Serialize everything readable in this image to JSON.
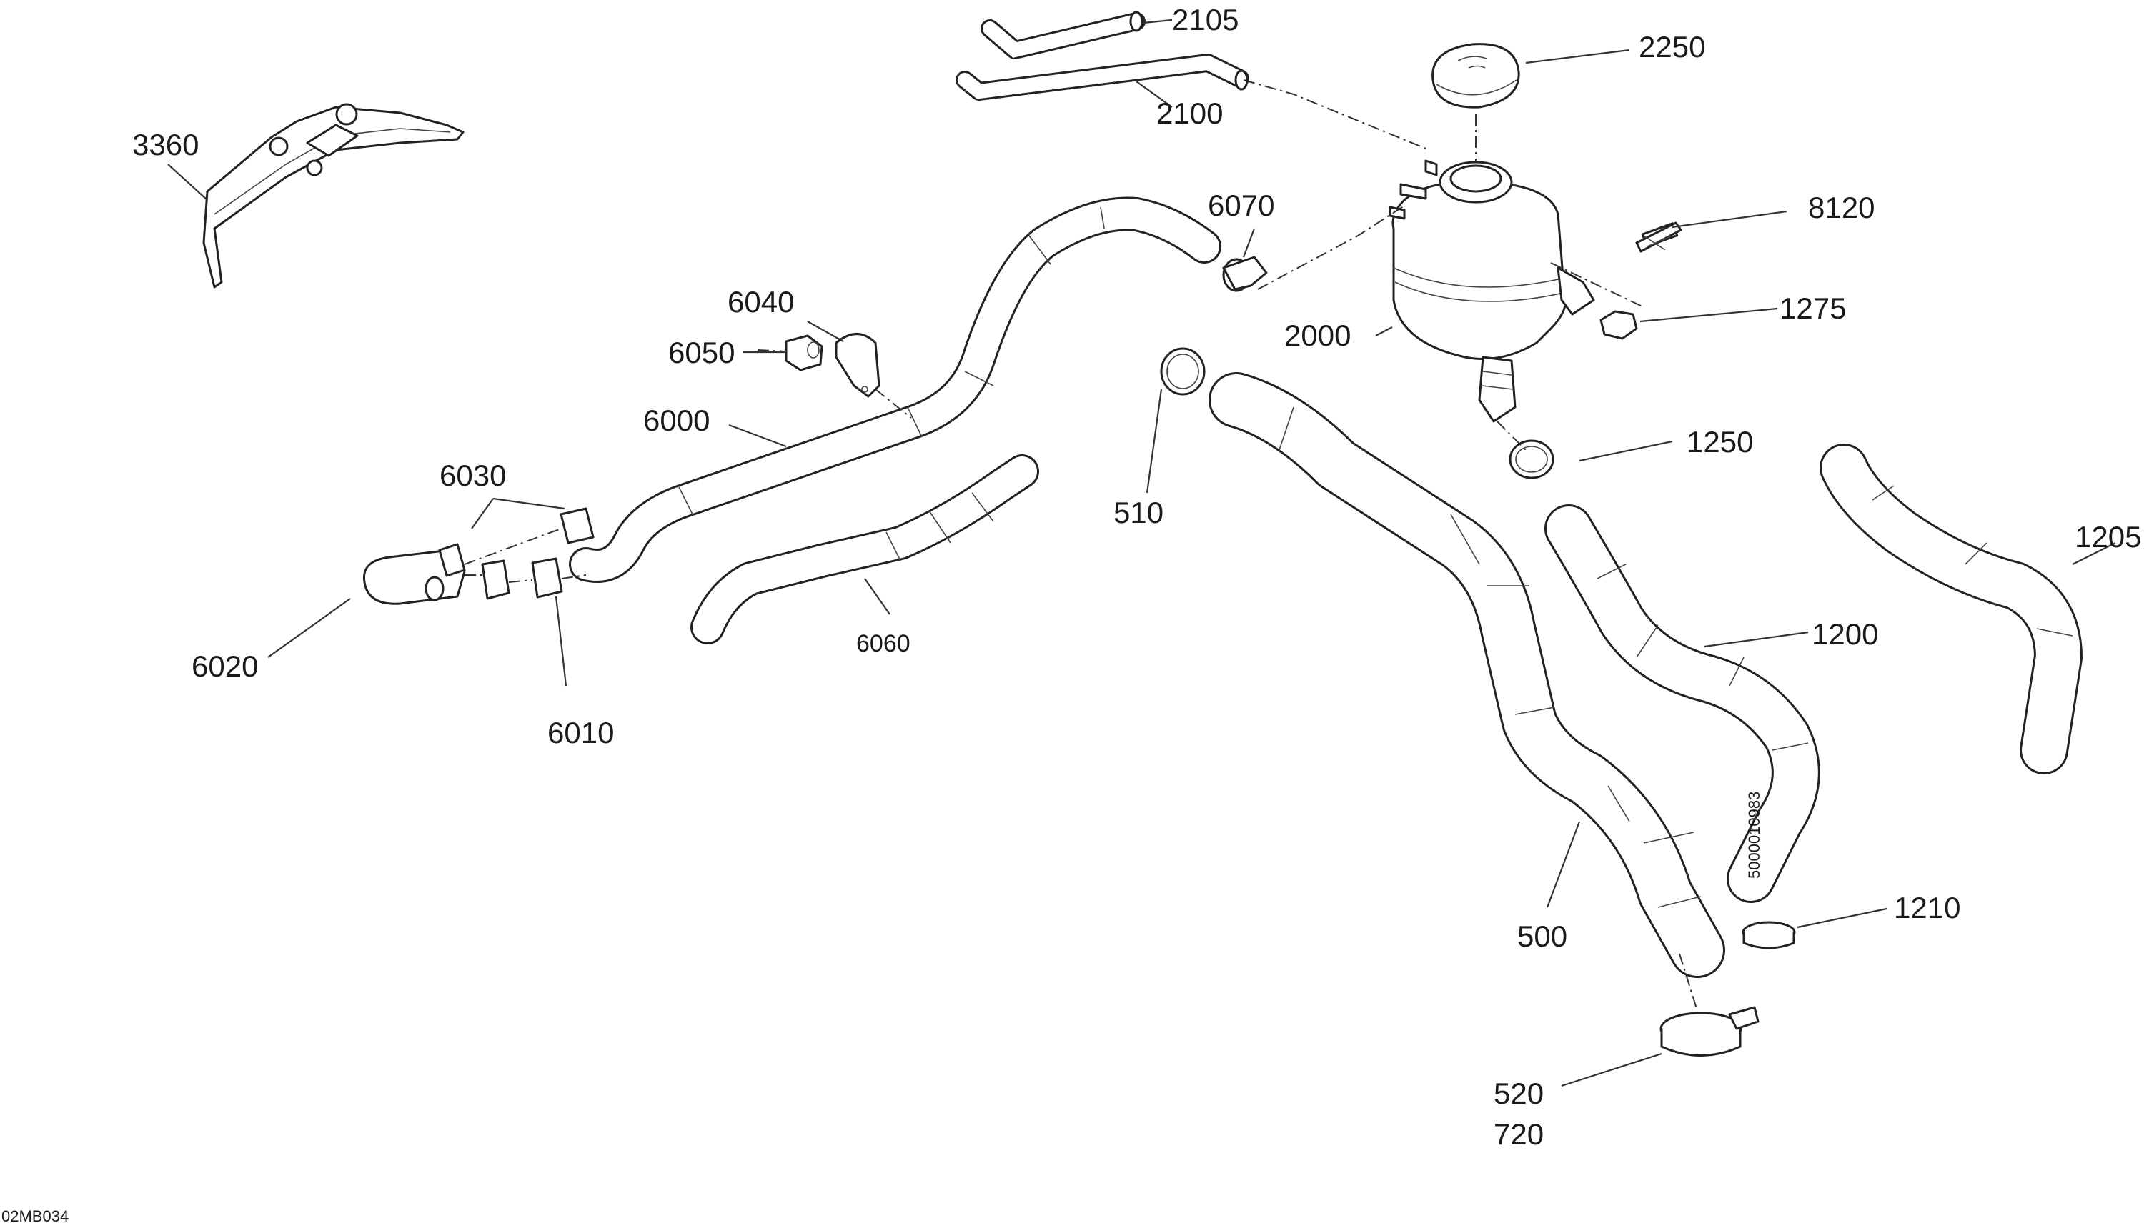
{
  "figure_code": "02MB034",
  "callouts": [
    {
      "id": "2105",
      "text": "2105"
    },
    {
      "id": "2250",
      "text": "2250"
    },
    {
      "id": "2100",
      "text": "2100"
    },
    {
      "id": "3360",
      "text": "3360"
    },
    {
      "id": "6070",
      "text": "6070"
    },
    {
      "id": "8120",
      "text": "8120"
    },
    {
      "id": "6040",
      "text": "6040"
    },
    {
      "id": "6050",
      "text": "6050"
    },
    {
      "id": "2000",
      "text": "2000"
    },
    {
      "id": "1275",
      "text": "1275"
    },
    {
      "id": "6000",
      "text": "6000"
    },
    {
      "id": "1250",
      "text": "1250"
    },
    {
      "id": "6030",
      "text": "6030"
    },
    {
      "id": "510",
      "text": "510"
    },
    {
      "id": "1205",
      "text": "1205"
    },
    {
      "id": "6060",
      "text": "6060"
    },
    {
      "id": "1200",
      "text": "1200"
    },
    {
      "id": "6020",
      "text": "6020"
    },
    {
      "id": "6010",
      "text": "6010"
    },
    {
      "id": "500",
      "text": "500"
    },
    {
      "id": "1210",
      "text": "1210"
    },
    {
      "id": "520",
      "text": "520"
    },
    {
      "id": "720",
      "text": "720"
    }
  ],
  "hose_marking": "5000010983"
}
